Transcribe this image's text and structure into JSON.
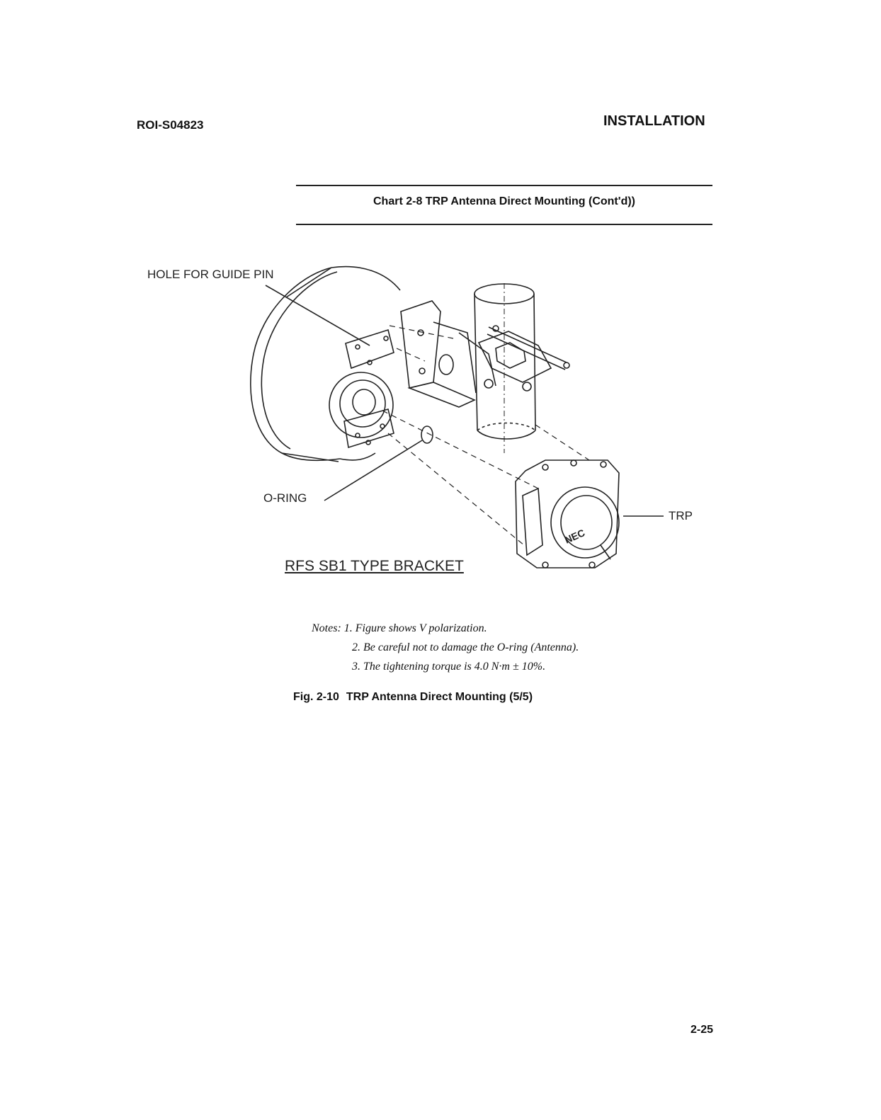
{
  "header": {
    "doc_id": "ROI-S04823",
    "section": "INSTALLATION"
  },
  "chart_title": "Chart 2-8 TRP Antenna Direct Mounting (Cont'd))",
  "diagram": {
    "labels": {
      "hole_for_guide_pin": "HOLE FOR GUIDE PIN",
      "o_ring": "O-RING",
      "trp": "TRP",
      "bracket_type": "RFS SB1 TYPE BRACKET",
      "brand_mark": "NEC"
    }
  },
  "notes": {
    "prefix": "Notes:",
    "items": [
      "1. Figure shows V polarization.",
      "2. Be careful not to damage the O-ring (Antenna).",
      "3. The tightening torque is 4.0 N·m ± 10%."
    ]
  },
  "figure_caption": {
    "number": "Fig. 2-10",
    "title": "TRP Antenna Direct Mounting (5/5)"
  },
  "page_number": "2-25"
}
